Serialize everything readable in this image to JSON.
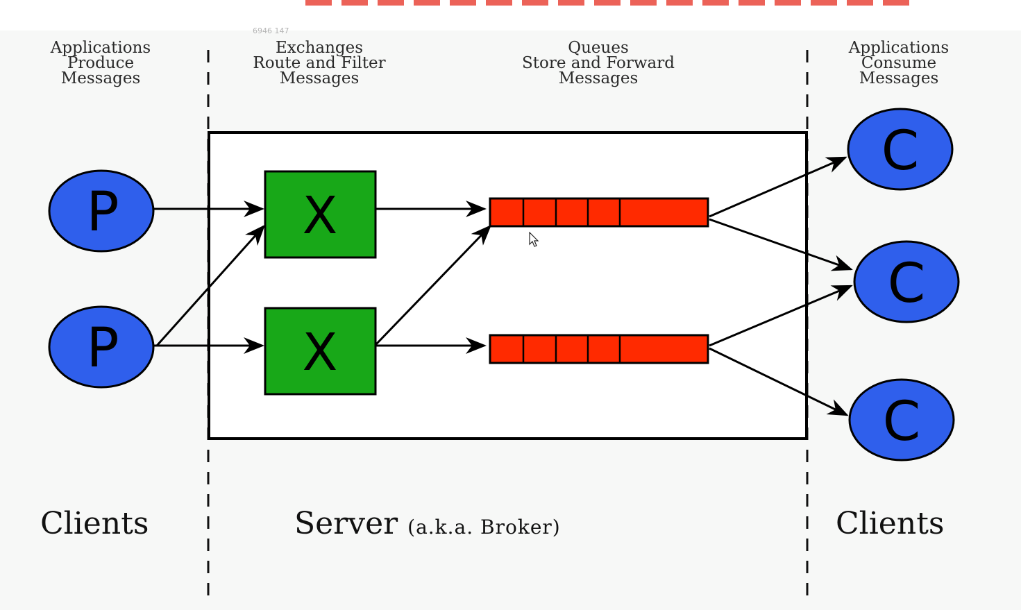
{
  "watermark_stamp": "6946 147",
  "columns": {
    "producers": "Applications\nProduce\nMessages",
    "exchanges": "Exchanges\nRoute and Filter\nMessages",
    "queues": "Queues\nStore and Forward\nMessages",
    "consumers": "Applications\nConsume\nMessages"
  },
  "footer": {
    "clients_left": "Clients",
    "server": "Server",
    "server_aka": "(a.k.a. Broker)",
    "clients_right": "Clients"
  },
  "nodes": {
    "producer_letter": "P",
    "exchange_letter": "X",
    "consumer_letter": "C"
  },
  "colors": {
    "producer_consumer_fill": "#2f5fec",
    "exchange_fill": "#18a818",
    "queue_fill": "#ff2a00",
    "stroke": "#000000"
  }
}
